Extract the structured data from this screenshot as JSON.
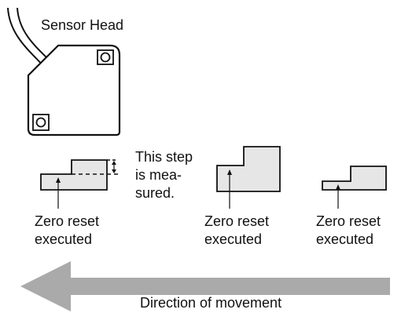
{
  "sensor_label": "Sensor Head",
  "step_note": {
    "line1": "This step",
    "line2": "is mea-",
    "line3": "sured."
  },
  "zero_reset": {
    "left": {
      "line1": "Zero reset",
      "line2": "executed"
    },
    "middle": {
      "line1": "Zero reset",
      "line2": "executed"
    },
    "right": {
      "line1": "Zero reset",
      "line2": "executed"
    }
  },
  "direction_label": "Direction of movement",
  "colors": {
    "stroke": "#111111",
    "fill_step": "#e6e6e6",
    "arrow": "#aaaaaa"
  }
}
